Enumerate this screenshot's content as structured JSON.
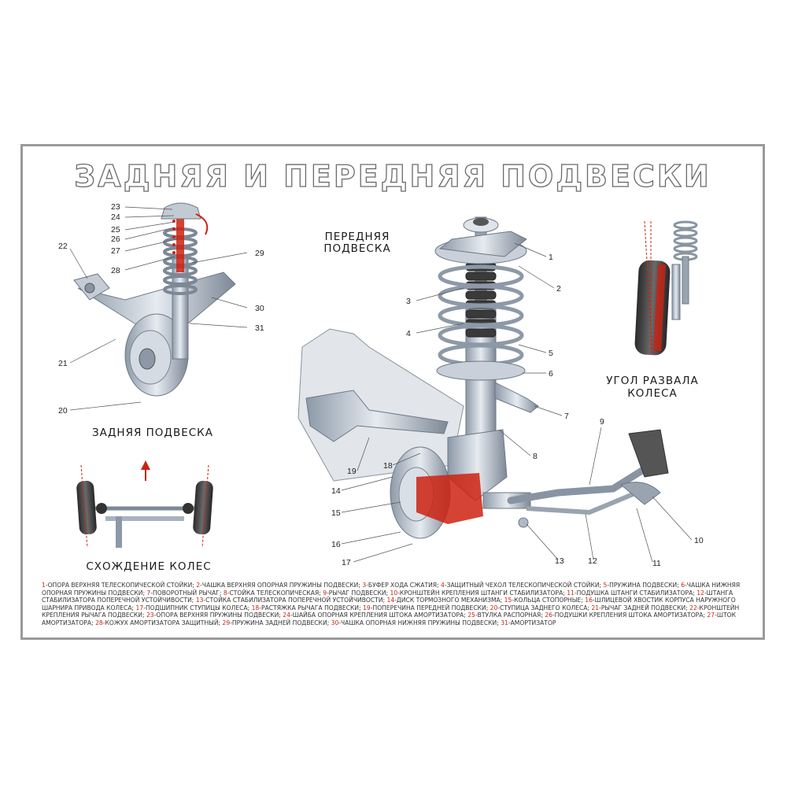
{
  "title": "ЗАДНЯЯ И ПЕРЕДНЯЯ ПОДВЕСКИ",
  "captions": {
    "front_line1": "ПЕРЕДНЯЯ",
    "front_line2": "ПОДВЕСКА",
    "rear": "ЗАДНЯЯ ПОДВЕСКА",
    "camber_line1": "УГОЛ РАЗВАЛА",
    "camber_line2": "КОЛЕСА",
    "toe": "СХОЖДЕНИЕ КОЛЕС"
  },
  "callouts": {
    "n1": "1",
    "n2": "2",
    "n3": "3",
    "n4": "4",
    "n5": "5",
    "n6": "6",
    "n7": "7",
    "n8": "8",
    "n9": "9",
    "n10": "10",
    "n11": "11",
    "n12": "12",
    "n13": "13",
    "n14": "14",
    "n15": "15",
    "n16": "16",
    "n17": "17",
    "n18": "18",
    "n19": "19",
    "n20": "20",
    "n21": "21",
    "n22": "22",
    "n23": "23",
    "n24": "24",
    "n25": "25",
    "n26": "26",
    "n27": "27",
    "n28": "28",
    "n29": "29",
    "n30": "30",
    "n31": "31"
  },
  "legend": [
    {
      "n": "1",
      "t": "-опора верхняя телескопической стойки; "
    },
    {
      "n": "2",
      "t": "-чашка верхняя опорная пружины подвески; "
    },
    {
      "n": "3",
      "t": "-буфер хода сжатия; "
    },
    {
      "n": "4",
      "t": "-защитный чехол телескопической стойки; "
    },
    {
      "n": "5",
      "t": "-пружина подвески; "
    },
    {
      "n": "6",
      "t": "-чашка нижняя опорная пружины подвески; "
    },
    {
      "n": "7",
      "t": "-поворотный рычаг; "
    },
    {
      "n": "8",
      "t": "-стойка телескопическая; "
    },
    {
      "n": "9",
      "t": "-рычаг подвески; "
    },
    {
      "n": "10",
      "t": "-кронштейн крепления штанги стабилизатора; "
    },
    {
      "n": "11",
      "t": "-подушка штанги стабилизатора; "
    },
    {
      "n": "12",
      "t": "-штанга стабилизатора поперечной устойчивости; "
    },
    {
      "n": "13",
      "t": "-стойка стабилизатора поперечной устойчивости; "
    },
    {
      "n": "14",
      "t": "-диск тормозного механизма; "
    },
    {
      "n": "15",
      "t": "-кольца стопорные; "
    },
    {
      "n": "16",
      "t": "-шлицевой хвостик корпуса наружного шарнира привода колеса; "
    },
    {
      "n": "17",
      "t": "-подшипник ступицы колеса; "
    },
    {
      "n": "18",
      "t": "-растяжка рычага подвески; "
    },
    {
      "n": "19",
      "t": "-поперечина передней подвески; "
    },
    {
      "n": "20",
      "t": "-ступица заднего колеса; "
    },
    {
      "n": "21",
      "t": "-рычаг задней подвески; "
    },
    {
      "n": "22",
      "t": "-кронштейн крепления рычага подвески; "
    },
    {
      "n": "23",
      "t": "-опора верхняя пружины подвески; "
    },
    {
      "n": "24",
      "t": "-шайба опорная крепления штока амортизатора; "
    },
    {
      "n": "25",
      "t": "-втулка распорная; "
    },
    {
      "n": "26",
      "t": "-подушки крепления штока амортизатора; "
    },
    {
      "n": "27",
      "t": "-шток амортизатора; "
    },
    {
      "n": "28",
      "t": "-кожух амортизатора защитный; "
    },
    {
      "n": "29",
      "t": "-пружина задней подвески; "
    },
    {
      "n": "30",
      "t": "-чашка опорная нижняя пружины подвески; "
    },
    {
      "n": "31",
      "t": "-амортизатор"
    }
  ],
  "colors": {
    "accent_red": "#cc2211",
    "frame": "#9a9a9a",
    "metal": "#b9c3cf"
  }
}
